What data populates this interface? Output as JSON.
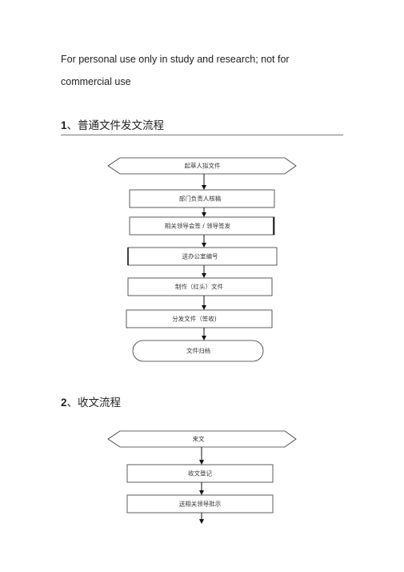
{
  "notice": {
    "line1": "For personal use only in study and research; not for",
    "line2": "commercial use"
  },
  "sections": [
    {
      "number": "1",
      "title": "、普通文件发文流程",
      "steps": [
        "起草人拟文件",
        "部门负责人核稿",
        "相关领导会签 / 领导签发",
        "送办公室编号",
        "制作（红头）文件",
        "分发文件（签收)",
        "文件归档"
      ]
    },
    {
      "number": "2",
      "title": "、收文流程",
      "steps": [
        "来文",
        "收文登记",
        "送相关领导批示"
      ]
    }
  ]
}
